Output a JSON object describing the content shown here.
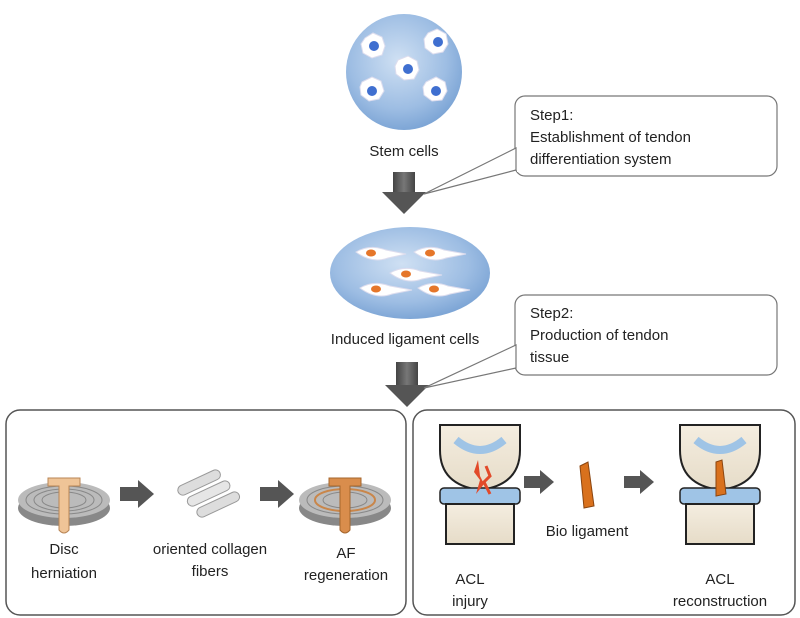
{
  "top": {
    "stem_cells_label": "Stem cells",
    "induced_label": "Induced ligament cells"
  },
  "steps": [
    {
      "title": "Step1:",
      "line1": "Establishment of tendon",
      "line2": "differentiation system"
    },
    {
      "title": "Step2:",
      "line1": "Production of tendon",
      "line2": "tissue"
    }
  ],
  "left_panel": {
    "disc_line1": "Disc",
    "disc_line2": "herniation",
    "collagen_line1": "oriented collagen",
    "collagen_line2": "fibers",
    "af_line1": "AF",
    "af_line2": "regeneration"
  },
  "right_panel": {
    "acl_injury_line1": "ACL",
    "acl_injury_line2": "injury",
    "bio_ligament": "Bio ligament",
    "acl_recon_line1": "ACL",
    "acl_recon_line2": "reconstruction"
  },
  "colors": {
    "cell_dish": "#8fb4dd",
    "nucleus_blue": "#3f6fd0",
    "nucleus_orange": "#e5762a",
    "arrow_grey": "#555555",
    "panel_border": "#555555",
    "ligament_orange": "#d9711d",
    "disc_tan": "#e8b98a"
  }
}
